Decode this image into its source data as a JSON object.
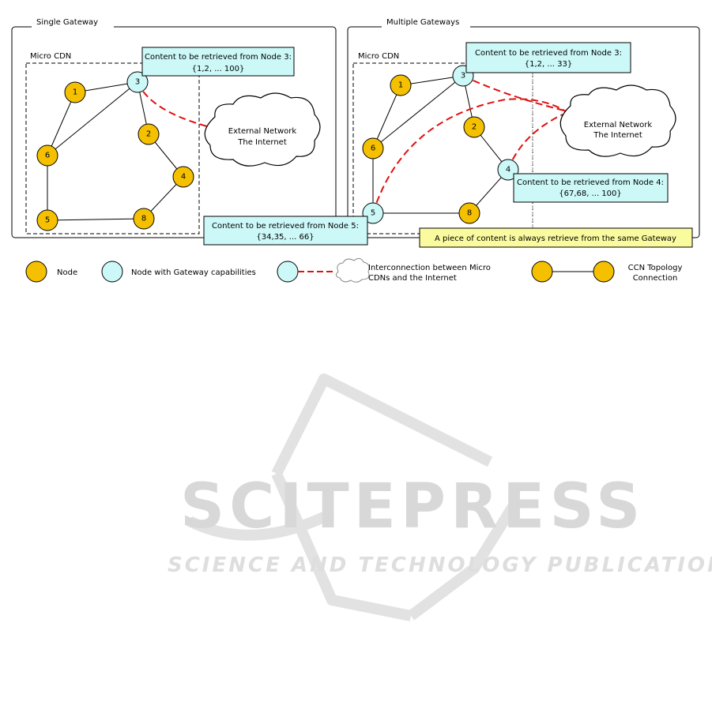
{
  "panels": {
    "single": {
      "title": "Single Gateway",
      "cdn_label": "Micro CDN",
      "callout_node3": {
        "line1": "Content to be retrieved from Node 3:",
        "line2": "{1,2, ... 100}"
      },
      "cloud": {
        "line1": "External Network",
        "line2": "The Internet"
      }
    },
    "multiple": {
      "title": "Multiple Gateways",
      "cdn_label": "Micro CDN",
      "callout_node3": {
        "line1": "Content to be retrieved from Node 3:",
        "line2": "{1,2, ... 33}"
      },
      "callout_node4": {
        "line1": "Content to be retrieved from Node 4:",
        "line2": "{67,68, ... 100}"
      },
      "callout_node5": {
        "line1": "Content to be retrieved from Node 5:",
        "line2": "{34,35, ... 66}"
      },
      "note": "A piece of content is always retrieve from the same Gateway",
      "cloud": {
        "line1": "External Network",
        "line2": "The Internet"
      }
    }
  },
  "nodes": [
    "1",
    "2",
    "3",
    "4",
    "5",
    "6",
    "8"
  ],
  "legend": {
    "node": "Node",
    "gateway": "Node with Gateway capabilities",
    "interconnection_line1": "Interconnection between Micro",
    "interconnection_line2": "CDNs and the Internet",
    "ccn_line1": "CCN Topology",
    "ccn_line2": "Connection"
  },
  "watermark": {
    "title": "SCITEPRESS",
    "subtitle": "SCIENCE AND TECHNOLOGY PUBLICATIONS"
  },
  "colors": {
    "node_fill": "#f5c000",
    "gateway_fill": "#ccf8f8",
    "callout_fill": "#ccf8f8",
    "note_fill": "#fafa9e",
    "link_red": "#e01010",
    "watermark": "#d8d8d8"
  }
}
